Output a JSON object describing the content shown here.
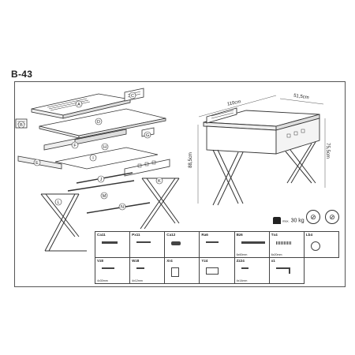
{
  "model": "B-43",
  "dimensions": {
    "width": "110cm",
    "depth": "51,5cm",
    "height_top": "75,5cm",
    "height_total": "88,5cm"
  },
  "max_load": {
    "prefix": "max.",
    "value": "30 kg"
  },
  "part_letters": [
    "A",
    "B",
    "C",
    "D",
    "E",
    "F",
    "G",
    "H",
    "I",
    "J",
    "K",
    "L",
    "M",
    "N"
  ],
  "hardware": [
    {
      "code": "Ca11",
      "size": "",
      "icon": "dowel-icon"
    },
    {
      "code": "Px11",
      "size": "",
      "icon": "pin-icon"
    },
    {
      "code": "Ca12",
      "size": "",
      "icon": "cam-bolt-icon"
    },
    {
      "code": "Ra6",
      "size": "",
      "icon": "screw-icon"
    },
    {
      "code": "Bz6",
      "size": "6x60mm",
      "icon": "bolt-icon"
    },
    {
      "code": "Tx4",
      "size": "6x20mm",
      "icon": "spring-screw-icon"
    },
    {
      "code": "Lb4",
      "size": "",
      "icon": "cam-lock-icon"
    },
    {
      "code": "Vz8",
      "size": "4x30mm",
      "icon": "wood-screw-icon"
    },
    {
      "code": "Wz8",
      "size": "4x12mm",
      "icon": "short-screw-icon"
    },
    {
      "code": "Xr4",
      "size": "",
      "icon": "glide-pad-icon"
    },
    {
      "code": "Yz4",
      "size": "",
      "icon": "bracket-icon"
    },
    {
      "code": "Zz24",
      "size": "4x14mm",
      "icon": "tiny-screw-icon"
    },
    {
      "code": "x1",
      "size": "",
      "icon": "allen-key-icon"
    }
  ]
}
